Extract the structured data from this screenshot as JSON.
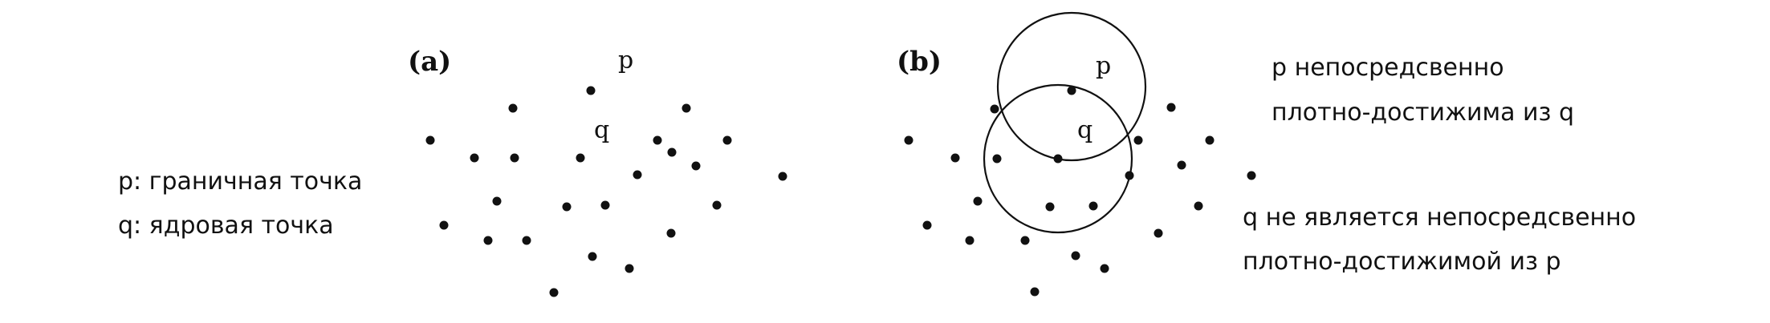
{
  "panel_a": {
    "label": "(a)",
    "point_p": "p",
    "point_q": "q",
    "legend": {
      "line1": "p: граничная точка",
      "line2": "q: ядровая точка"
    }
  },
  "panel_b": {
    "label": "(b)",
    "point_p": "p",
    "point_q": "q",
    "caption_top": {
      "line1": "p непосредсвенно",
      "line2": "плотно-достижима из q"
    },
    "caption_bottom": {
      "line1": "q не является непосредсвенно",
      "line2": "плотно-достижимой из p"
    }
  },
  "colors": {
    "ink": "#111111",
    "background": "#ffffff"
  }
}
